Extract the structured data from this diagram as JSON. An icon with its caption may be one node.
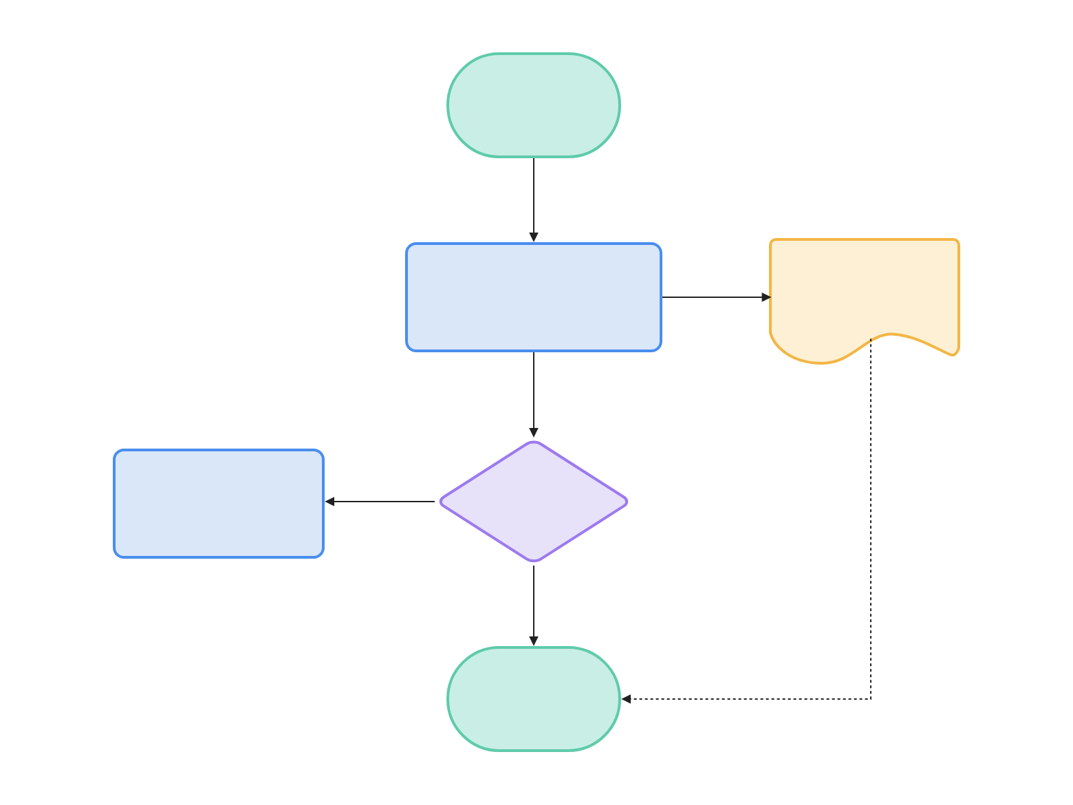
{
  "diagram": {
    "nodes": [
      {
        "text": [],
        "shape": "pill"
      },
      {
        "text": [],
        "shape": "box"
      },
      {
        "text": [],
        "shape": "document"
      },
      {
        "text": [],
        "shape": "box"
      },
      {
        "text": [],
        "shape": "diamond"
      },
      {
        "text": [],
        "shape": "pill"
      }
    ],
    "edges": [
      {
        "from": 0,
        "to": 1,
        "arrow": "to"
      },
      {
        "from": 1,
        "to": 2,
        "arrow": "to"
      },
      {
        "from": 1,
        "to": 4,
        "arrow": "to"
      },
      {
        "from": 4,
        "to": 3,
        "arrow": "to"
      },
      {
        "from": 4,
        "to": 5,
        "arrow": "to"
      },
      {
        "from": 2,
        "to": 5,
        "arrow": "to",
        "style": "dashed"
      }
    ]
  }
}
